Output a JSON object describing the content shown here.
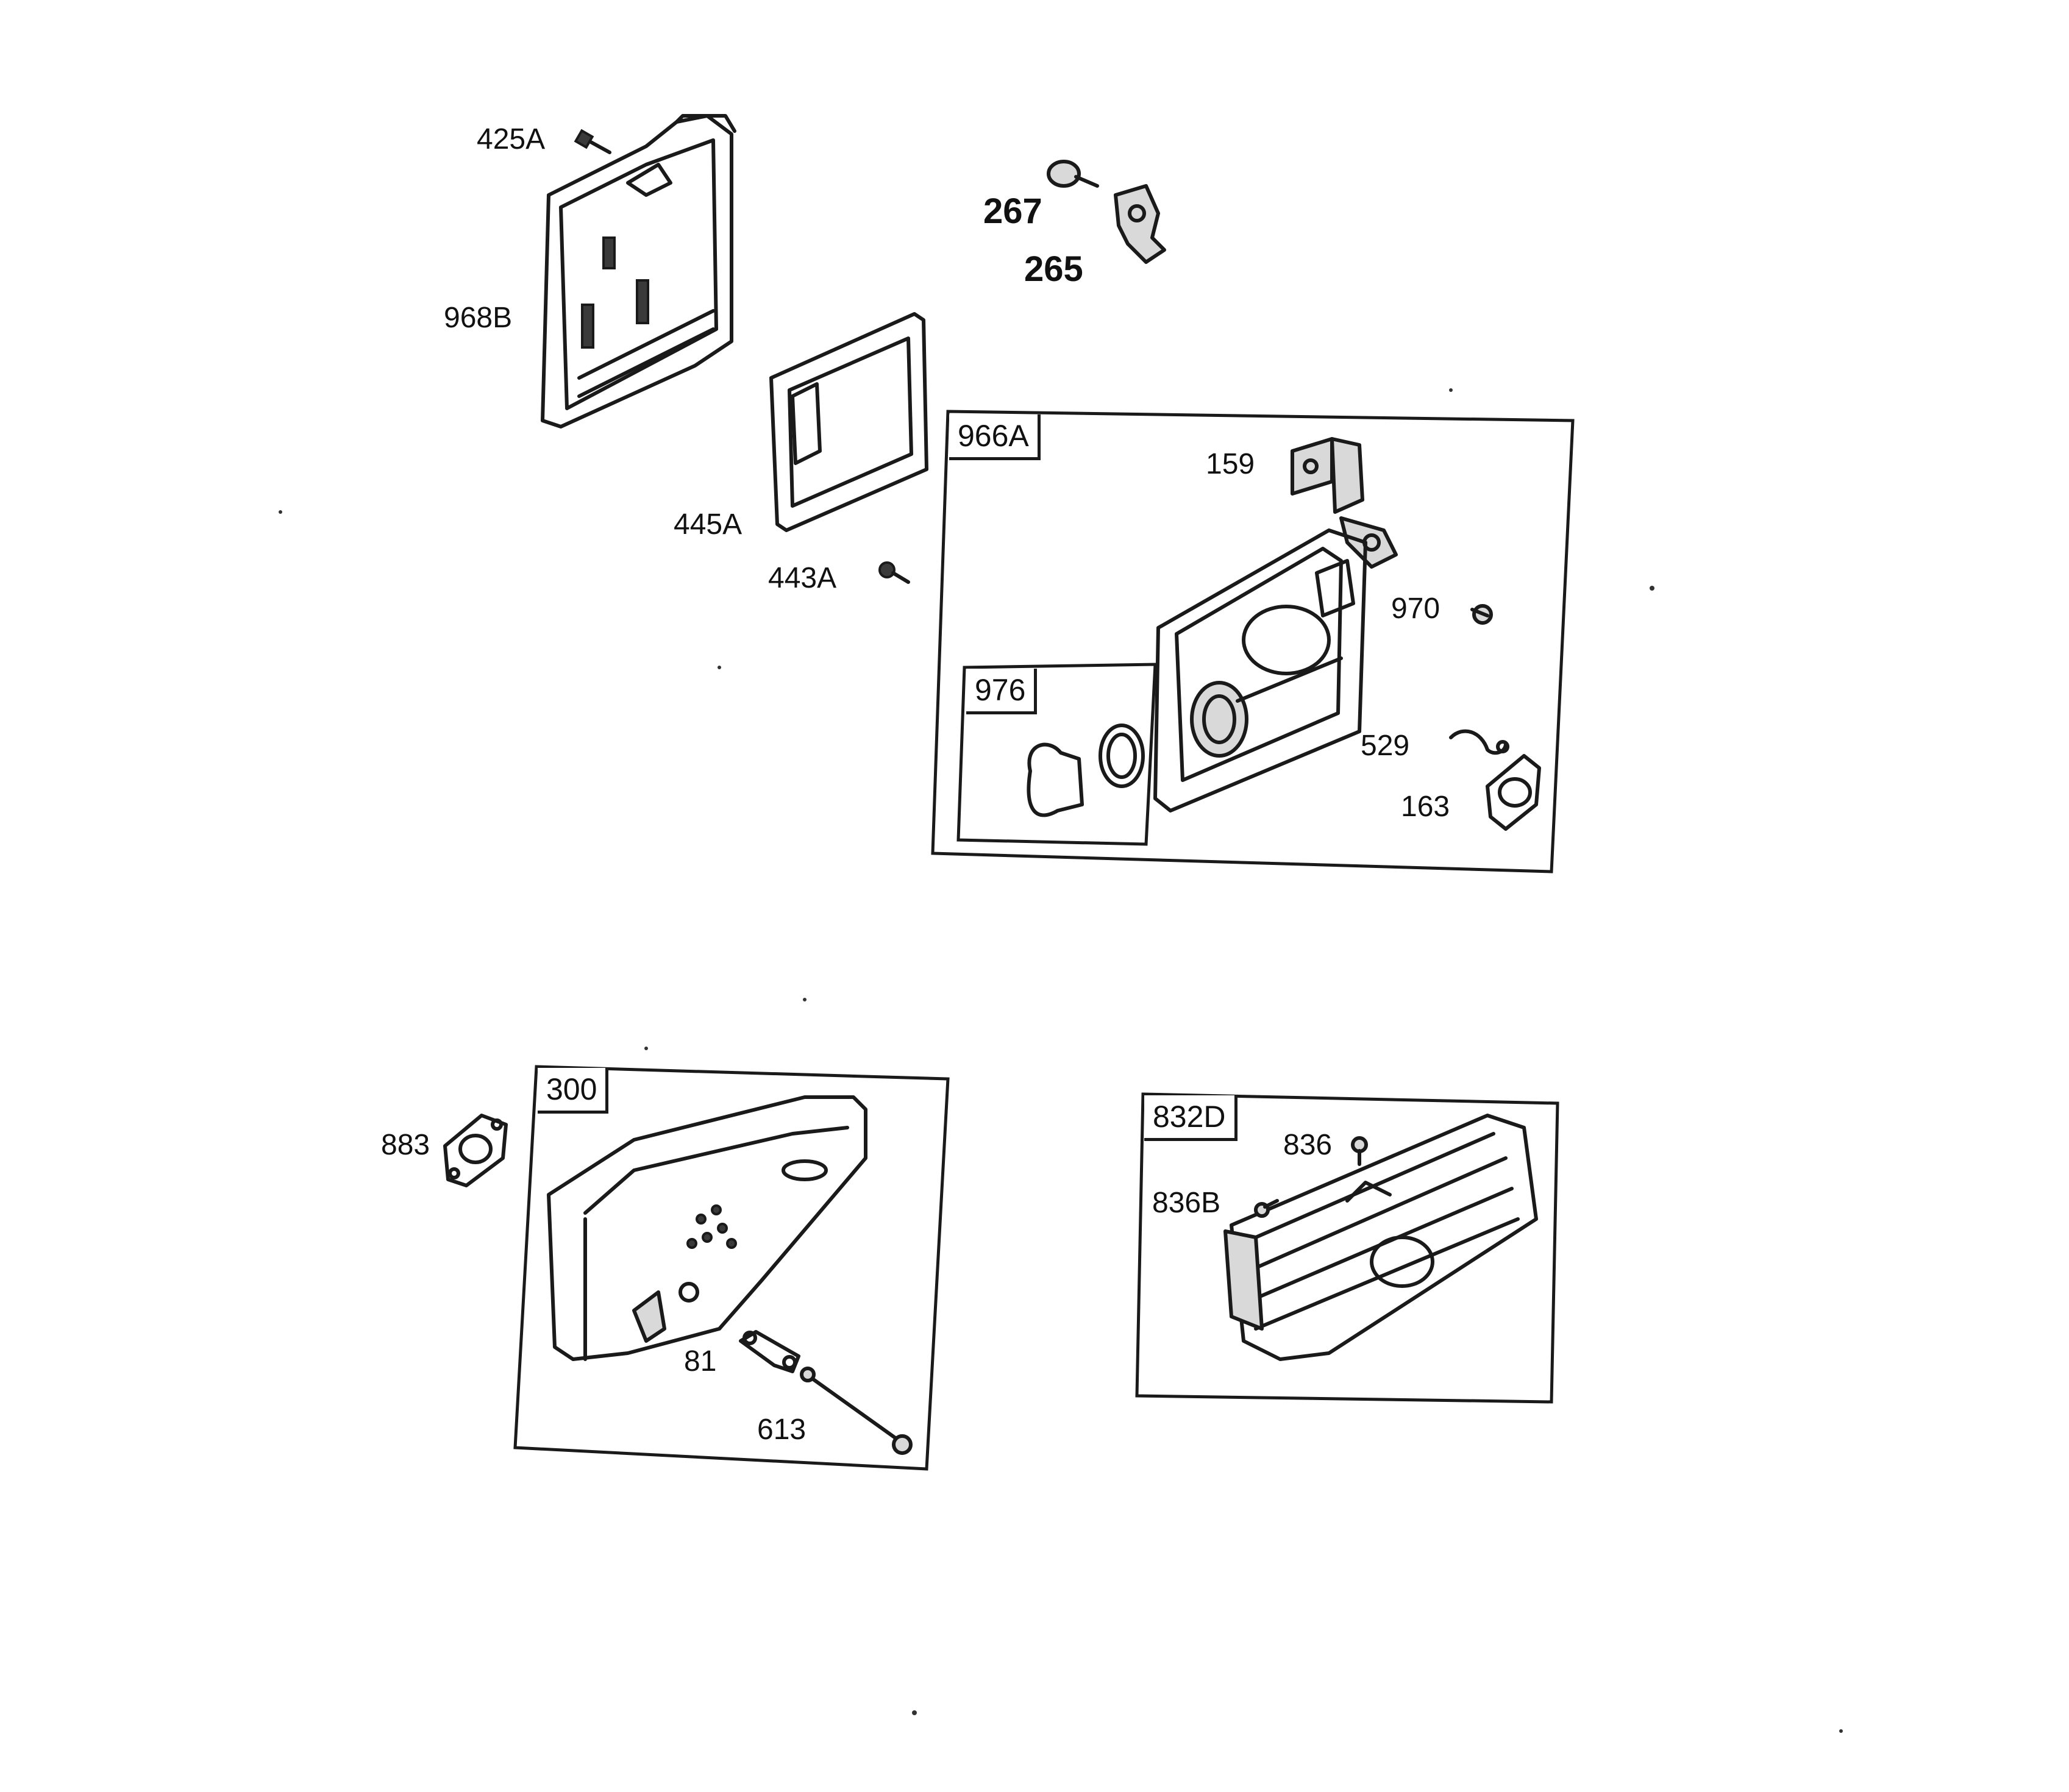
{
  "diagram": {
    "parts": [
      {
        "id": "425A",
        "label": "425A"
      },
      {
        "id": "968B",
        "label": "968B"
      },
      {
        "id": "267",
        "label": "267"
      },
      {
        "id": "265",
        "label": "265"
      },
      {
        "id": "445A",
        "label": "445A"
      },
      {
        "id": "443A",
        "label": "443A"
      },
      {
        "id": "159",
        "label": "159"
      },
      {
        "id": "970",
        "label": "970"
      },
      {
        "id": "529",
        "label": "529"
      },
      {
        "id": "163",
        "label": "163"
      },
      {
        "id": "883",
        "label": "883"
      },
      {
        "id": "81",
        "label": "81"
      },
      {
        "id": "613",
        "label": "613"
      },
      {
        "id": "836",
        "label": "836"
      },
      {
        "id": "836B",
        "label": "836B"
      }
    ],
    "groups": [
      {
        "id": "966A",
        "label": "966A"
      },
      {
        "id": "976",
        "label": "976"
      },
      {
        "id": "300",
        "label": "300"
      },
      {
        "id": "832D",
        "label": "832D"
      }
    ]
  }
}
